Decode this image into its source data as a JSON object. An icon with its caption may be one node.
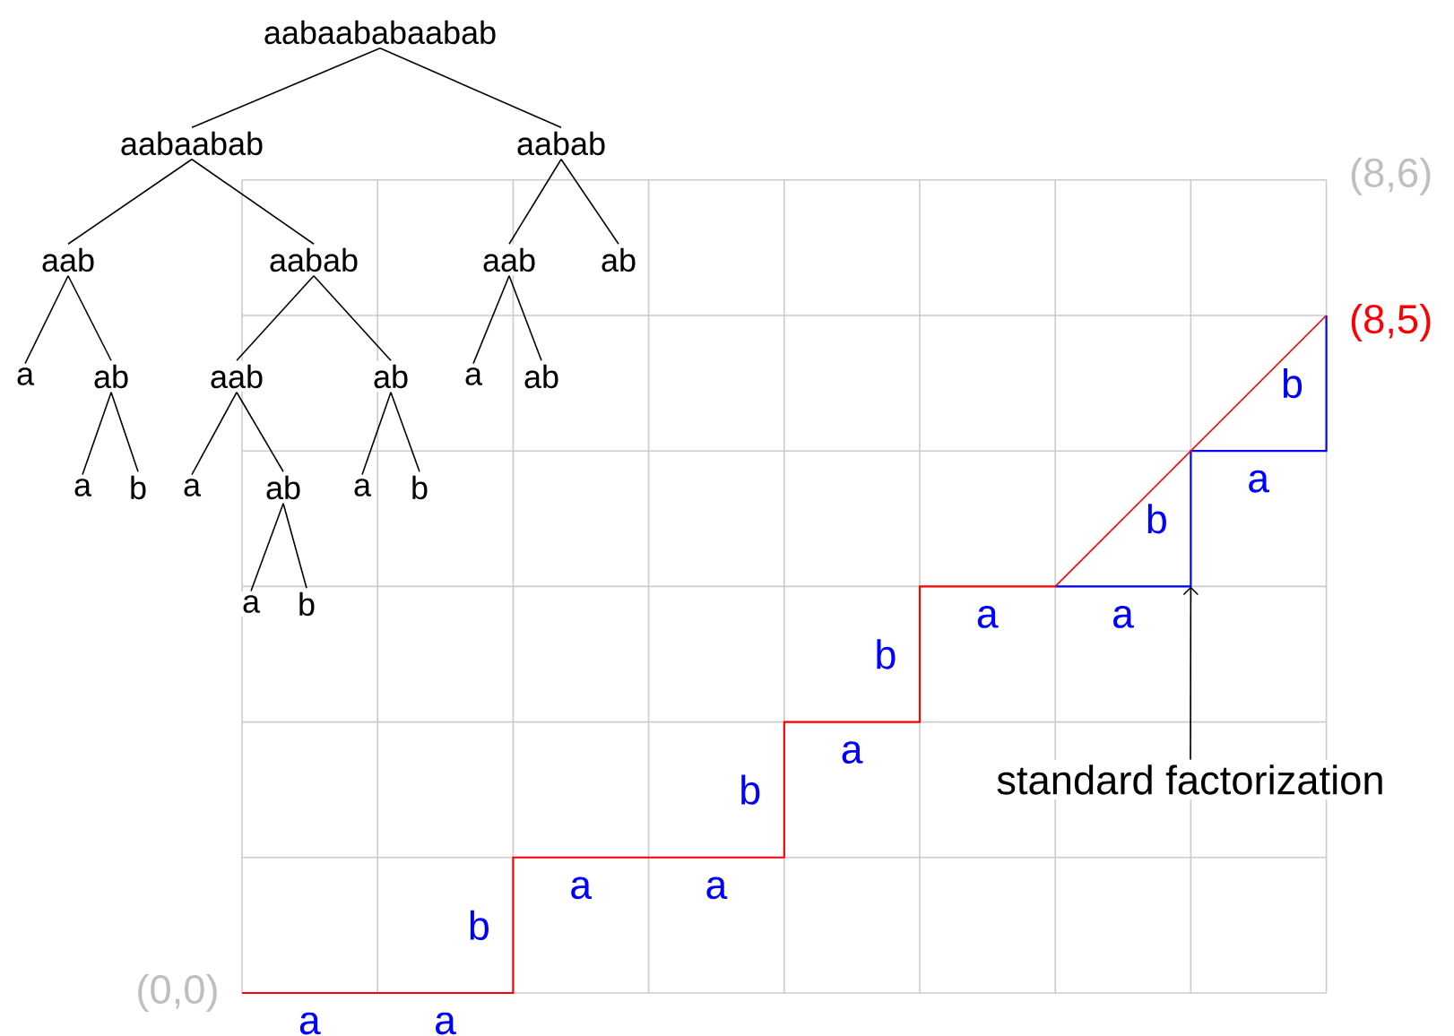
{
  "diagram": {
    "nodes": [
      {
        "text": [
          "aabaababaabab"
        ]
      },
      {
        "text": [
          "aabaabab"
        ]
      },
      {
        "text": [
          "aabab"
        ]
      },
      {
        "text": [
          "aab"
        ]
      },
      {
        "text": [
          "aabab"
        ]
      },
      {
        "text": [
          "aab"
        ]
      },
      {
        "text": [
          "ab"
        ]
      },
      {
        "text": [
          "a"
        ]
      },
      {
        "text": [
          "ab"
        ]
      },
      {
        "text": [
          "aab"
        ]
      },
      {
        "text": [
          "ab"
        ]
      },
      {
        "text": [
          "a"
        ]
      },
      {
        "text": [
          "ab"
        ]
      },
      {
        "text": [
          "a"
        ]
      },
      {
        "text": [
          "b"
        ]
      },
      {
        "text": [
          "a"
        ]
      },
      {
        "text": [
          "ab"
        ]
      },
      {
        "text": [
          "a"
        ]
      },
      {
        "text": [
          "b"
        ]
      },
      {
        "text": [
          "a"
        ]
      },
      {
        "text": [
          "b"
        ]
      },
      {
        "text": [
          "standard factorization"
        ]
      }
    ],
    "edges": [
      {
        "from": 0,
        "to": 1,
        "arrow": "none"
      },
      {
        "from": 0,
        "to": 2,
        "arrow": "none"
      },
      {
        "from": 1,
        "to": 3,
        "arrow": "none"
      },
      {
        "from": 1,
        "to": 4,
        "arrow": "none"
      },
      {
        "from": 2,
        "to": 5,
        "arrow": "none"
      },
      {
        "from": 2,
        "to": 6,
        "arrow": "none"
      },
      {
        "from": 3,
        "to": 7,
        "arrow": "none"
      },
      {
        "from": 3,
        "to": 8,
        "arrow": "none"
      },
      {
        "from": 4,
        "to": 9,
        "arrow": "none"
      },
      {
        "from": 4,
        "to": 10,
        "arrow": "none"
      },
      {
        "from": 5,
        "to": 11,
        "arrow": "none"
      },
      {
        "from": 5,
        "to": 12,
        "arrow": "none"
      },
      {
        "from": 8,
        "to": 13,
        "arrow": "none"
      },
      {
        "from": 8,
        "to": 14,
        "arrow": "none"
      },
      {
        "from": 9,
        "to": 15,
        "arrow": "none"
      },
      {
        "from": 9,
        "to": 16,
        "arrow": "none"
      },
      {
        "from": 10,
        "to": 17,
        "arrow": "none"
      },
      {
        "from": 10,
        "to": 18,
        "arrow": "none"
      },
      {
        "from": 16,
        "to": 19,
        "arrow": "none"
      },
      {
        "from": 16,
        "to": 20,
        "arrow": "none"
      },
      {
        "from": 21,
        "to": null,
        "arrow": "to"
      }
    ],
    "labels": [
      "(0,0)",
      "a",
      "a",
      "b",
      "a",
      "a",
      "b",
      "a",
      "b",
      "a",
      "a",
      "b",
      "a",
      "b",
      "(8,5)",
      "(8,6)"
    ]
  }
}
